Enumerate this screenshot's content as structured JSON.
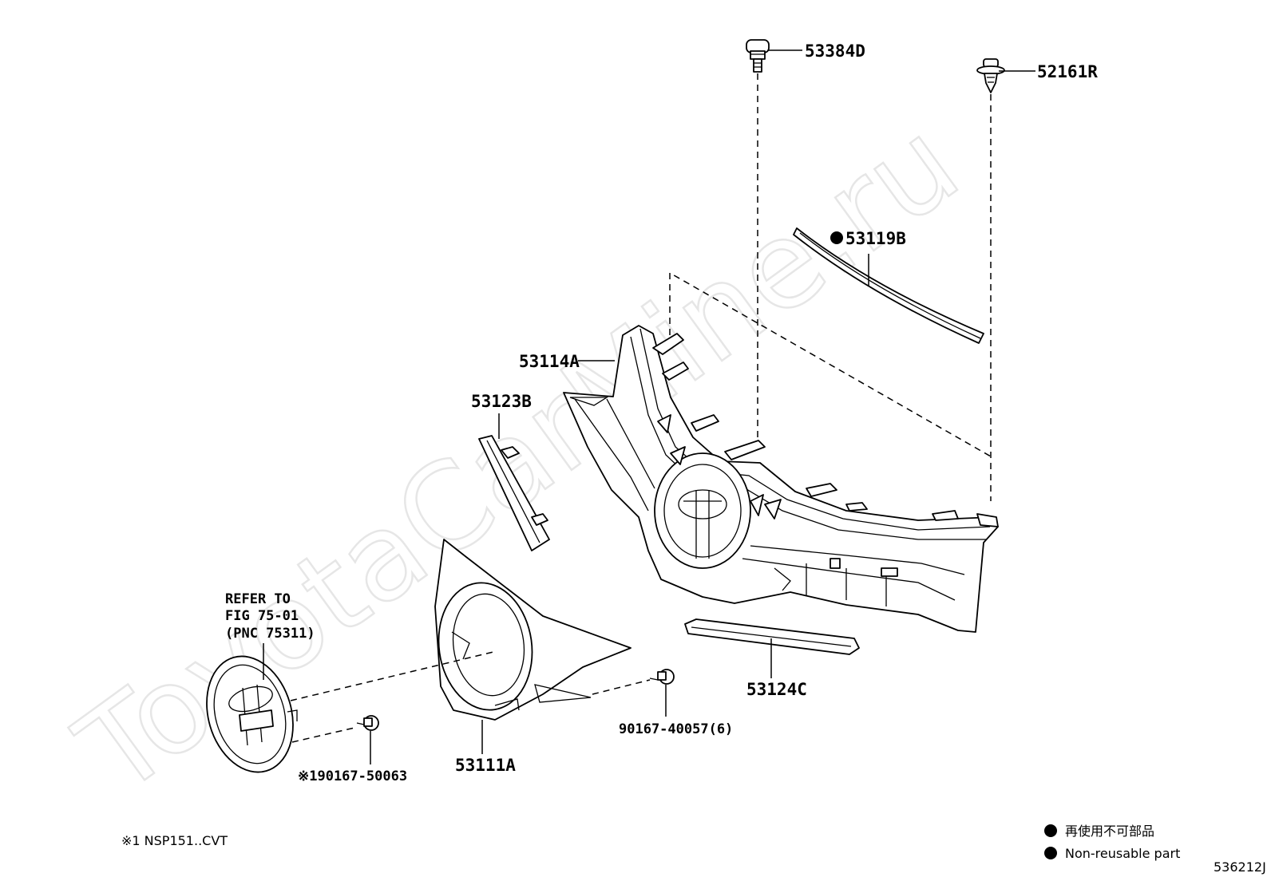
{
  "watermark": "ToyotaCarMine.ru",
  "callouts": {
    "c53384D": "53384D",
    "c52161R": "52161R",
    "c53119B": "53119B",
    "c53114A": "53114A",
    "c53123B": "53123B",
    "c53124C": "53124C",
    "c53111A": "53111A",
    "c90167_40057": "90167-40057(6)",
    "c90167_50063": "※190167-50063"
  },
  "reference": {
    "line1": "REFER TO",
    "line2": "FIG 75-01",
    "line3": "(PNC 75311)"
  },
  "footnote": "※1 NSP151..CVT",
  "legend": {
    "japanese": "再使用不可部品",
    "english": "Non-reusable part",
    "bullet_color": "#000000"
  },
  "figure_id": "536212J"
}
